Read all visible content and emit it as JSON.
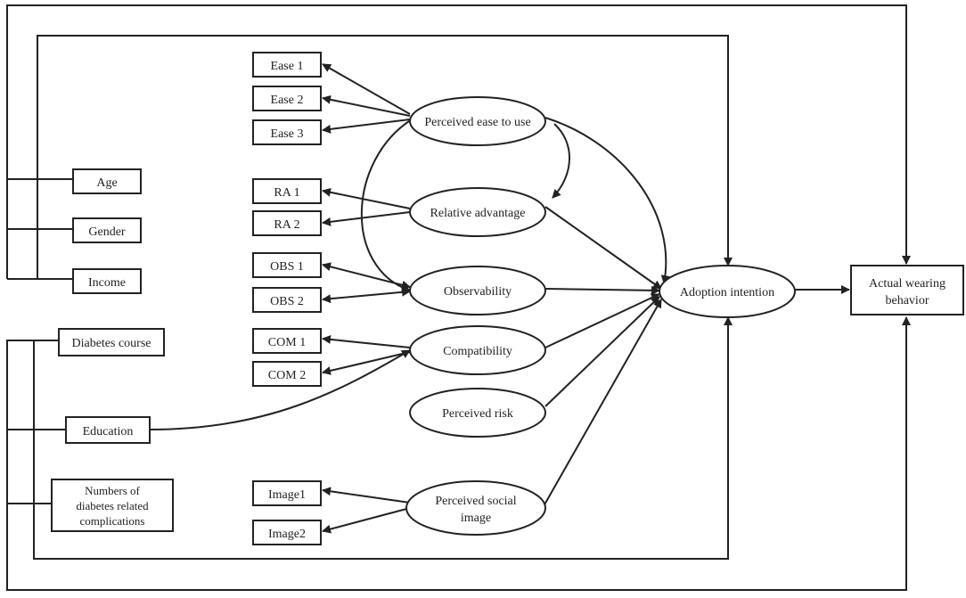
{
  "indicators": {
    "ease1": "Ease 1",
    "ease2": "Ease 2",
    "ease3": "Ease 3",
    "ra1": "RA 1",
    "ra2": "RA 2",
    "obs1": "OBS 1",
    "obs2": "OBS 2",
    "com1": "COM 1",
    "com2": "COM 2",
    "image1": "Image1",
    "image2": "Image2"
  },
  "constructs": {
    "ease_to_use": "Perceived ease to use",
    "relative_advantage": "Relative advantage",
    "observability": "Observability",
    "compatibility": "Compatibility",
    "perceived_risk": "Perceived risk",
    "social_image_line1": "Perceived social",
    "social_image_line2": "image",
    "adoption_intention": "Adoption intention",
    "actual_behavior_line1": "Actual wearing",
    "actual_behavior_line2": "behavior"
  },
  "controls": {
    "age": "Age",
    "gender": "Gender",
    "income": "Income",
    "diabetes_course": "Diabetes course",
    "education": "Education",
    "complications_line1": "Numbers of",
    "complications_line2": "diabetes related",
    "complications_line3": "complications"
  }
}
